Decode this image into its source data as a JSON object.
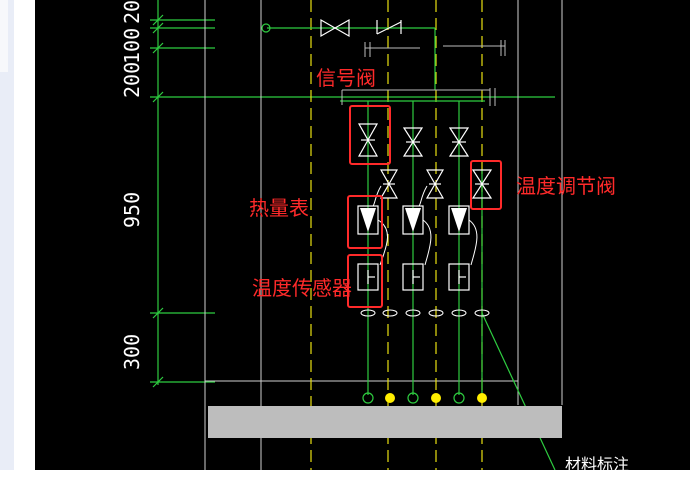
{
  "dimensions": [
    {
      "id": "dim-20",
      "value": "20"
    },
    {
      "id": "dim-100",
      "value": "100"
    },
    {
      "id": "dim-200",
      "value": "200"
    },
    {
      "id": "dim-950",
      "value": "950"
    },
    {
      "id": "dim-300",
      "value": "300"
    }
  ],
  "annotations": {
    "signal_valve": "信号阀",
    "heat_meter": "热量表",
    "temp_control_valve": "温度调节阀",
    "temp_sensor": "温度传感器"
  },
  "colors": {
    "background": "#000000",
    "pipe_green": "#2ecc40",
    "pipe_yellow_dash": "#e8e010",
    "symbol_white": "#ffffff",
    "annotation_red": "#ff2a2a",
    "base_gray": "#bdbdbd",
    "dot_yellow": "#ffee00"
  },
  "bottom_text": "材料标注"
}
